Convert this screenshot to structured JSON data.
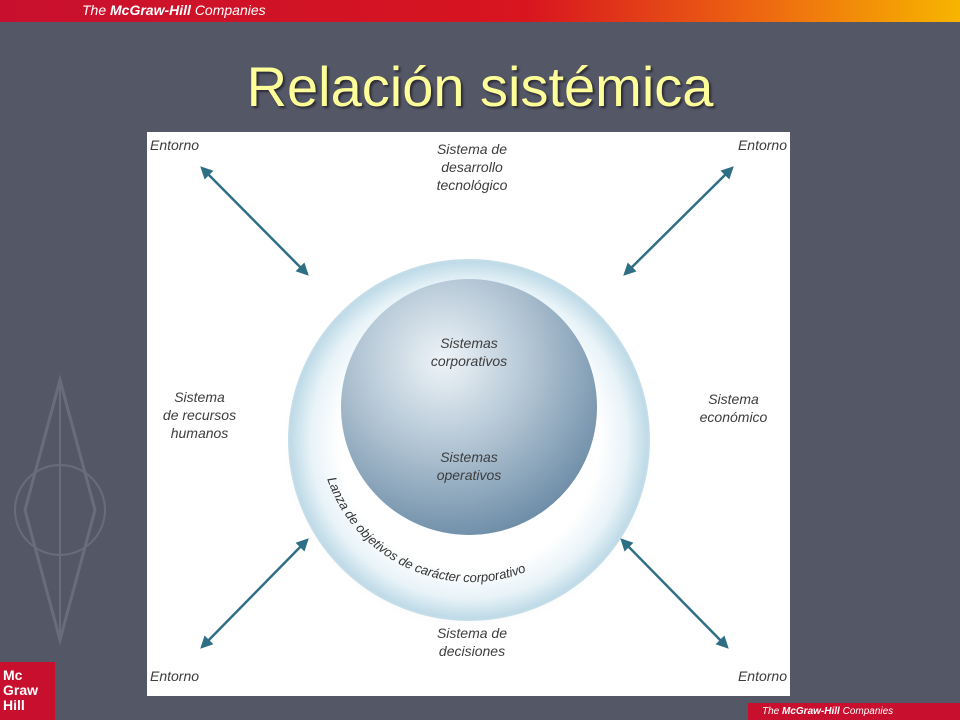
{
  "header": {
    "brand_prefix": "The",
    "brand_name": "McGraw-Hill",
    "brand_suffix": "Companies"
  },
  "title": "Relación sistémica",
  "diagram": {
    "corners": {
      "top_left": "Entorno",
      "top_right": "Entorno",
      "bottom_left": "Entorno",
      "bottom_right": "Entorno"
    },
    "systems": {
      "top": "Sistema de\ndesarrollo\ntecnológico",
      "left": "Sistema\nde recursos\nhumanos",
      "right": "Sistema\neconómico",
      "bottom": "Sistema de\ndecisiones"
    },
    "inner": {
      "corporate": "Sistemas\ncorporativos",
      "operative": "Sistemas\noperativos"
    },
    "ring_text": "Lanza de objetivos de carácter corporativo",
    "colors": {
      "arrow": "#2f6f86",
      "ring_outer": "#cfe6f0",
      "ring_inner": "#f4fafd",
      "sphere_light": "#eef4f8",
      "sphere_dark": "#6f8ea8"
    }
  },
  "footer": {
    "logo_text": "Mc\nGraw\nHill",
    "brand_prefix": "The",
    "brand_name": "McGraw-Hill",
    "brand_suffix": "Companies"
  }
}
